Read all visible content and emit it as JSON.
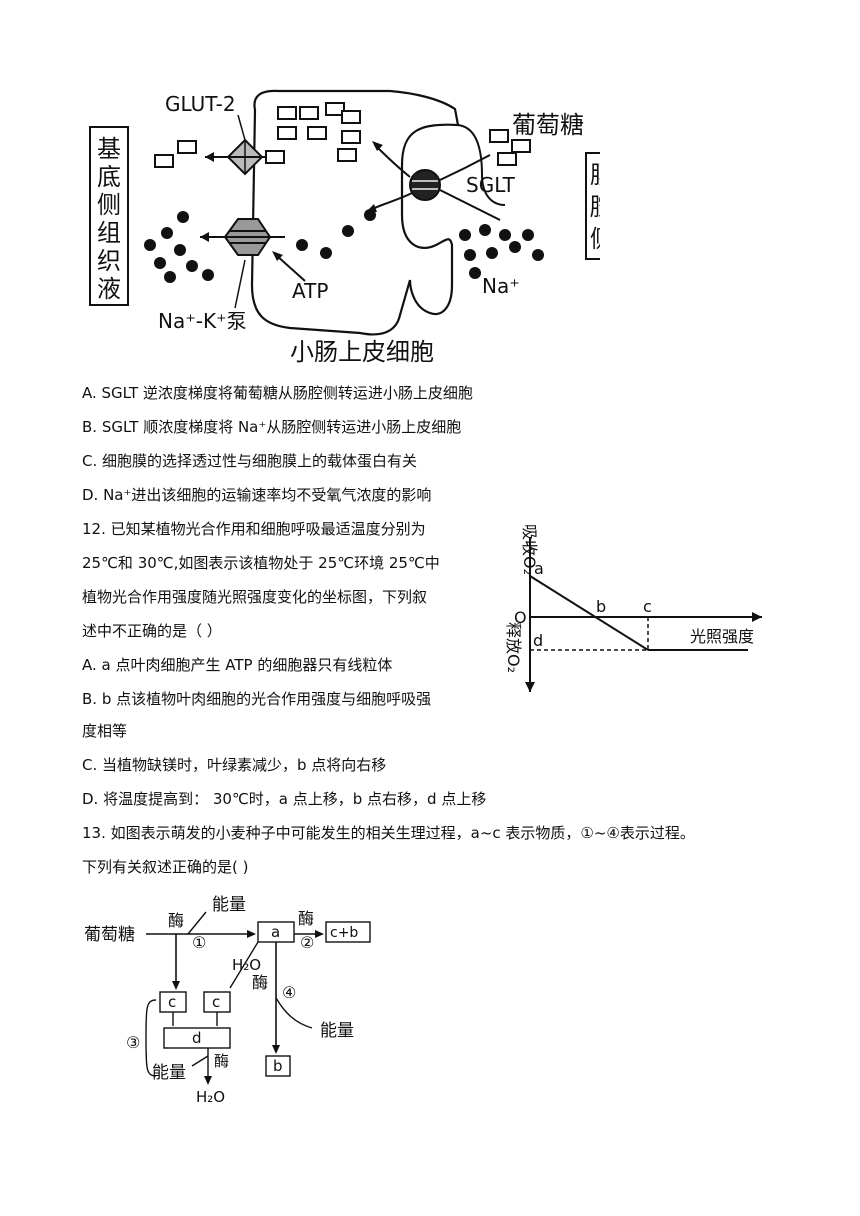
{
  "fig1": {
    "glut2": "GLUT-2",
    "glucose": "葡萄糖",
    "sglt": "SGLT",
    "atp": "ATP",
    "na": "Na⁺",
    "pump": "Na⁺-K⁺泵",
    "caption": "小肠上皮细胞",
    "left_box": [
      "基",
      "底",
      "侧",
      "组",
      "织",
      "液"
    ],
    "right_box": [
      "肠",
      "腔",
      "侧"
    ]
  },
  "q11": {
    "options": [
      "A.  SGLT 逆浓度梯度将葡萄糖从肠腔侧转运进小肠上皮细胞",
      "B.  SGLT 顺浓度梯度将 Na⁺从肠腔侧转运进小肠上皮细胞",
      "C.  细胞膜的选择透过性与细胞膜上的载体蛋白有关",
      "D.  Na⁺进出该细胞的运输速率均不受氧气浓度的影响"
    ]
  },
  "q12": {
    "stem": [
      "12.  已知某植物光合作用和细胞呼吸最适温度分别为",
      "25℃和  30℃,如图表示该植物处于  25℃环境  25℃中",
      "植物光合作用强度随光照强度变化的坐标图，下列叙",
      "述中不正确的是（     ）"
    ],
    "options": [
      "A.  a 点叶肉细胞产生 ATP 的细胞器只有线粒体",
      "B.  b 点该植物叶肉细胞的光合作用强度与细胞呼吸强",
      "度相等",
      "C.  当植物缺镁时，叶绿素减少，b 点将向右移",
      "D.  将温度提高到：  30℃时，a 点上移，b 点右移，d 点上移"
    ],
    "graph": {
      "y_up": "吸收O₂",
      "y_down": "释放O₂",
      "x_label": "光照强度",
      "origin": "O",
      "points": [
        "a",
        "b",
        "c",
        "d"
      ]
    }
  },
  "q13": {
    "stem": [
      "13.  如图表示萌发的小麦种子中可能发生的相关生理过程，a~c 表示物质，①~④表示过程。",
      "下列有关叙述正确的是(     )"
    ],
    "diagram": {
      "glucose": "葡萄糖",
      "enzyme": "酶",
      "energy": "能量",
      "a": "a",
      "cb": "c+b",
      "c": "c",
      "d": "d",
      "b": "b",
      "water": "H₂O",
      "n1": "①",
      "n2": "②",
      "n3": "③",
      "n4": "④"
    }
  }
}
